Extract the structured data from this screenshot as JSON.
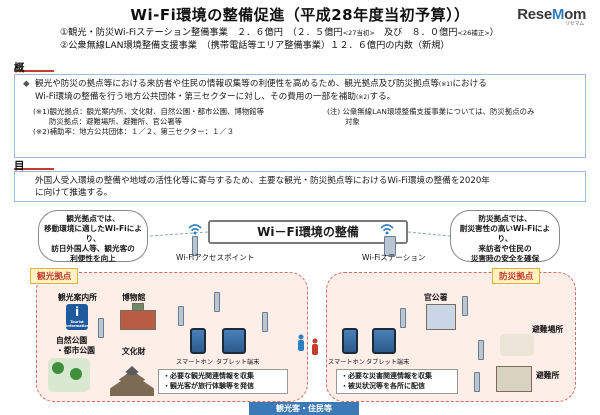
{
  "header": {
    "title": "Wi-Fi環境の整備促進（平成28年度当初予算））",
    "logo_main": "ReseMom",
    "logo_sub": "リセマム",
    "budget_line1": "①観光・防災Wi-Fiステーション整備事業　２．６億円　（２．５億円",
    "budget_line1_note1": "<27当初>",
    "budget_line1_mid": "　及び　８．０億円",
    "budget_line1_note2": "<26補正>",
    "budget_line1_end": "）",
    "budget_line2": "②公衆無線LAN環境整備支援事業　（携帯電話等エリア整備事業）１２．６億円の内数（新規）"
  },
  "overview": {
    "heading": "概　要：",
    "text": "観光や防災の拠点等における来訪者や住民の情報収集等の利便性を高めるため、観光拠点及び防災拠点等",
    "text_note": "(※1)",
    "text2": "における",
    "text3": "Wi-Fi環境の整備を行う地方公共団体・第三セクターに対し、その費用の一部を補助",
    "text3_note": "(※2)",
    "text4": "する。",
    "note1_line1": "(※1)観光拠点：観光案内所、文化財、自然公園・都市公園、博物館等",
    "note1_line2": "防災拠点：避難場所、避難所、官公署等",
    "note2": "(※2)補助率：地方公共団体：１／２、第三セクター：１／３",
    "note_right_line1": "(注) 公衆無線LAN環境整備支援事業については、防災拠点のみ",
    "note_right_line2": "対象"
  },
  "goal": {
    "heading": "目　標：",
    "text_line1": "外国人受入環境の整備や地域の活性化等に寄与するため、主要な観光・防災拠点等におけるWi-Fi環境の整備を2020年",
    "text_line2": "に向けて推進する。"
  },
  "diagram": {
    "bubble_left": [
      "観光拠点では、",
      "移動環境に適したWi-Fiにより、",
      "訪日外国人等、観光客の",
      "利便性を向上"
    ],
    "bubble_right": [
      "防災拠点では、",
      "耐災害性の高いWi-Fiにより、",
      "来訪者や住民の",
      "災害時の安全を確保"
    ],
    "center_title": "Wi－Fi環境の整備",
    "ap_label": "Wi-Fiアクセスポイント",
    "station_label": "Wi-Fiステーション",
    "tag_left": "観光拠点",
    "tag_right": "防災拠点",
    "places_left": {
      "info": "観光案内所",
      "museum": "博物館",
      "park_line1": "自然公園",
      "park_line2": "・都市公園",
      "heritage": "文化財"
    },
    "places_right": {
      "office": "官公署",
      "shelter_area": "避難場所",
      "shelter": "避難所"
    },
    "device_phone": "スマートホン",
    "device_tablet": "タブレット端末",
    "info_left": [
      "・必要な観光関連情報を収集",
      "・観光客が旅行体験等を発信"
    ],
    "info_right": [
      "・必要な災害関連情報を収集",
      "・被災状況等を各所に配信"
    ],
    "bottom_banner": "観光客・住民等",
    "tourist_sign": "Tourist Information"
  }
}
